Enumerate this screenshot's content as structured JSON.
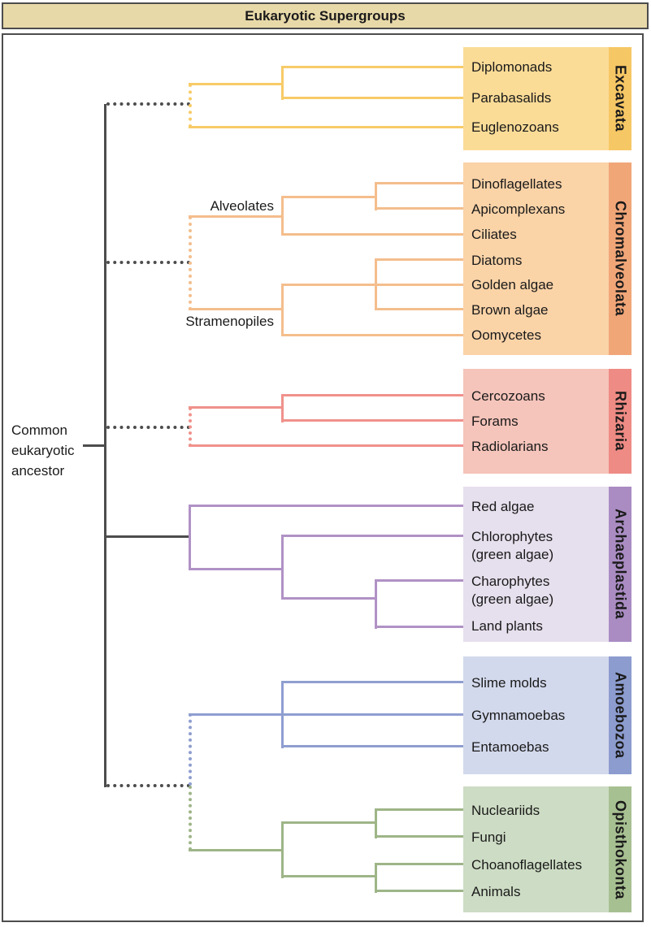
{
  "title": "Eukaryotic Supergroups",
  "root": {
    "label": "Common\neukaryotic\nancestor"
  },
  "clade_labels": {
    "alveolates": "Alveolates",
    "stramenopiles": "Stramenopiles"
  },
  "colors": {
    "frame": "#4D4D4D",
    "trunk": "#4D4D4D",
    "title_bg": "#E8D9A9",
    "text": "#1A1A1A"
  },
  "supergroups": [
    {
      "name": "Excavata",
      "line_color": "#F7CB67",
      "box_color": "#FBDC97",
      "strip_color": "#F6C765",
      "members": [
        "Diplomonads",
        "Parabasalids",
        "Euglenozoans"
      ]
    },
    {
      "name": "Chromalveolata",
      "line_color": "#F4BE8D",
      "box_color": "#FAD3A7",
      "strip_color": "#F1A678",
      "members": [
        "Dinoflagellates",
        "Apicomplexans",
        "Ciliates",
        "Diatoms",
        "Golden algae",
        "Brown algae",
        "Oomycetes"
      ]
    },
    {
      "name": "Rhizaria",
      "line_color": "#F0918B",
      "box_color": "#F5C4BA",
      "strip_color": "#EE8B84",
      "members": [
        "Cercozoans",
        "Forams",
        "Radiolarians"
      ]
    },
    {
      "name": "Archaeplastida",
      "line_color": "#B092C5",
      "box_color": "#E6DFED",
      "strip_color": "#AA8CC3",
      "members": [
        "Red algae",
        "Chlorophytes\n(green algae)",
        "Charophytes\n(green algae)",
        "Land plants"
      ]
    },
    {
      "name": "Amoebozoa",
      "line_color": "#8F9ED0",
      "box_color": "#D3D9EC",
      "strip_color": "#8C9CCF",
      "members": [
        "Slime molds",
        "Gymnamoebas",
        "Entamoebas"
      ]
    },
    {
      "name": "Opisthokonta",
      "line_color": "#9EB588",
      "box_color": "#CDDCC4",
      "strip_color": "#A7C092",
      "members": [
        "Nucleariids",
        "Fungi",
        "Choanoflagellates",
        "Animals"
      ]
    }
  ]
}
